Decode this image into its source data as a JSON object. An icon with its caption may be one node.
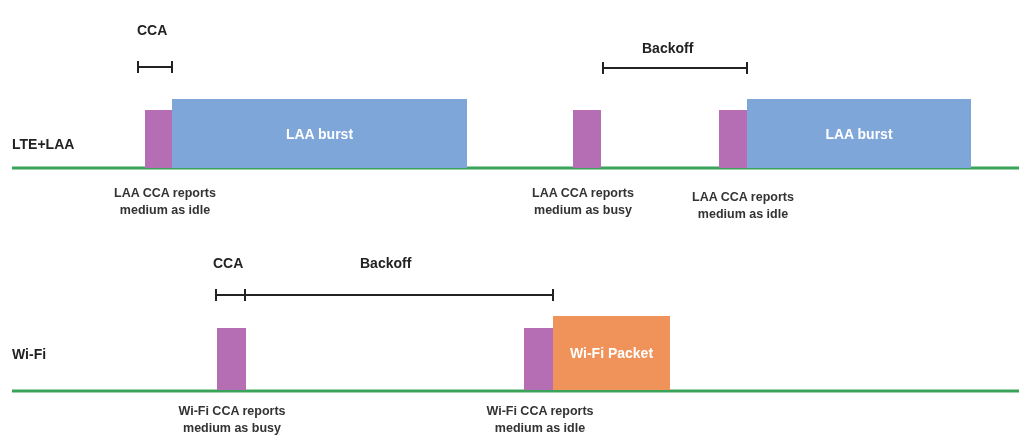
{
  "diagram": {
    "nodes": [
      {
        "text": [],
        "shape": "box",
        "beside": [
          "LAA CCA reports medium as idle"
        ]
      },
      {
        "text": [
          "LAA burst"
        ]
      },
      {
        "text": [],
        "shape": "box",
        "beside": [
          "LAA CCA reports medium as busy"
        ]
      },
      {
        "text": [],
        "shape": "box",
        "beside": [
          "LAA CCA reports medium as idle"
        ]
      },
      {
        "text": [
          "LAA burst"
        ]
      },
      {
        "text": [],
        "shape": "box",
        "beside": [
          "Wi-Fi CCA reports medium as busy"
        ]
      },
      {
        "text": [],
        "shape": "box",
        "beside": [
          "Wi-Fi CCA reports medium as idle"
        ]
      },
      {
        "text": [
          "Wi-Fi Packet"
        ]
      }
    ],
    "edges": [],
    "labels": [
      "CCA",
      "Backoff",
      "LTE+LAA",
      "CCA",
      "Backoff",
      "Wi-Fi"
    ]
  }
}
